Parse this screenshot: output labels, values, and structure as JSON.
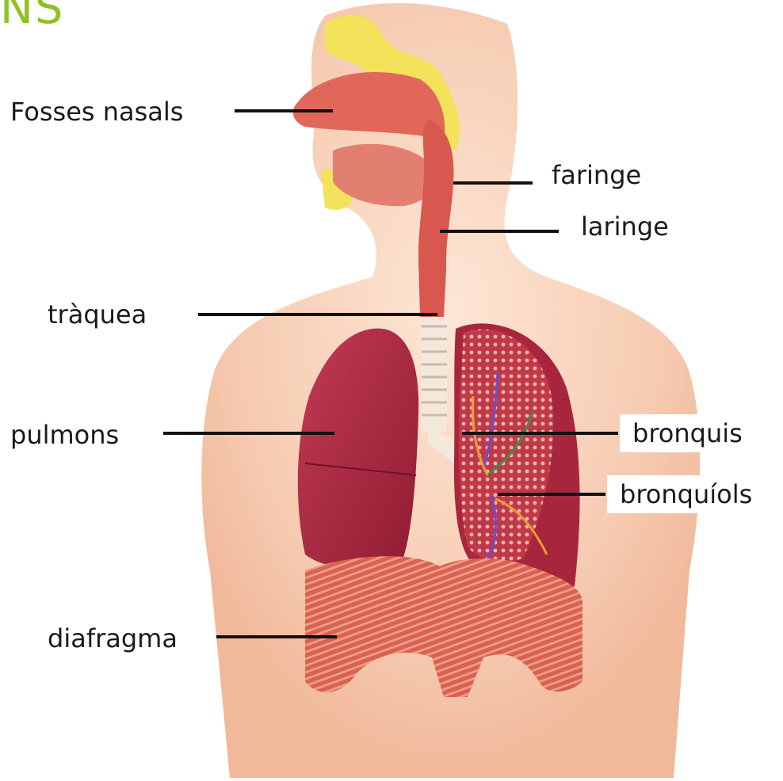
{
  "title_fragment": "NS",
  "labels": {
    "fosses_nasals": "Fosses nasals",
    "faringe": "faringe",
    "laringe": "laringe",
    "traquea": "tràquea",
    "pulmons": "pulmons",
    "bronquis": "bronquis",
    "bronquiols": "bronquíols",
    "diafragma": "diafragma"
  },
  "colors": {
    "title": "#8dc21f",
    "skin": "#f6c9ae",
    "lung": "#a8263d",
    "muscle": "#dd6f5e",
    "airway": "#d8574e",
    "cartilage": "#f3e8dc",
    "sinus": "#f2e35a"
  }
}
